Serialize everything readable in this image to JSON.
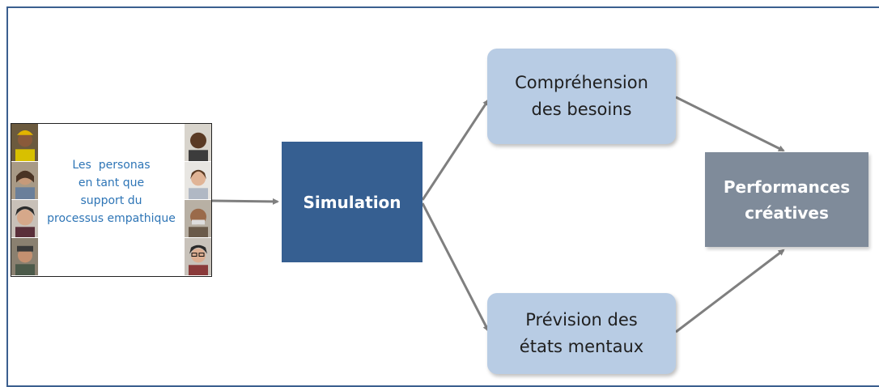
{
  "persona": {
    "lines": [
      "Les  personas",
      "en tant que",
      "support du",
      "processus empathique"
    ],
    "photos_left": [
      "worker-with-helmet-photo",
      "woman-scarf-photo",
      "smiling-woman-photo",
      "man-cap-photo"
    ],
    "photos_right": [
      "smiling-man-photo",
      "young-woman-photo",
      "elderly-man-photo",
      "woman-glasses-photo"
    ]
  },
  "simulation": {
    "label": "Simulation"
  },
  "understanding": {
    "line1": "Compréhension",
    "line2": "des besoins"
  },
  "prevision": {
    "line1": "Prévision des",
    "line2": "états mentaux"
  },
  "performance": {
    "line1": "Performances",
    "line2": "créatives"
  },
  "colors": {
    "frame": "#3b5f8f",
    "persona_text": "#2e75b6",
    "simulation_fill": "#365f91",
    "soft_fill": "#b8cce4",
    "performance_fill": "#7f8b9a",
    "arrow": "#7f7f7f"
  }
}
